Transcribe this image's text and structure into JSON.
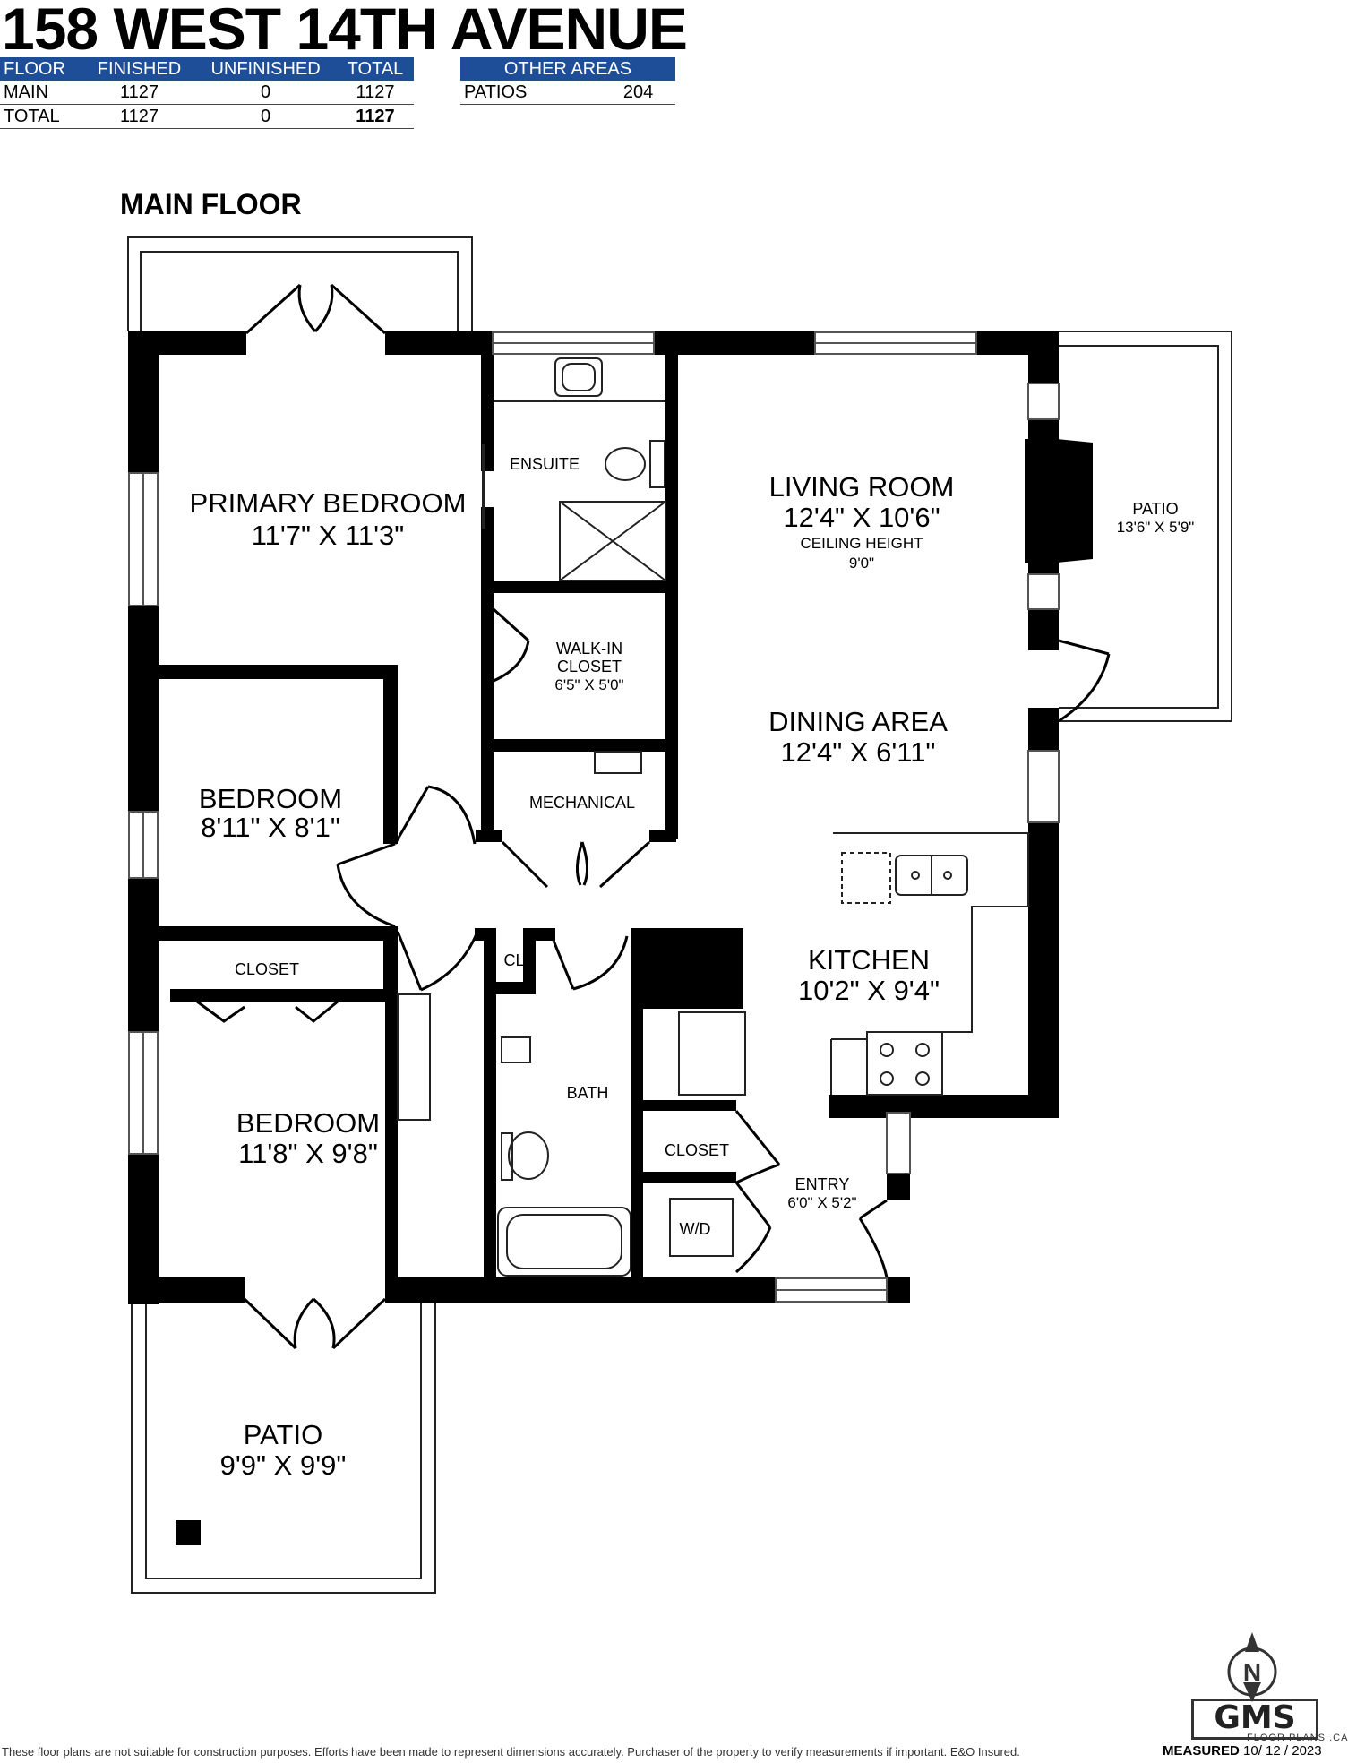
{
  "title": "158 WEST 14TH AVENUE",
  "floor_table": {
    "headers": [
      "FLOOR",
      "FINISHED",
      "UNFINISHED",
      "TOTAL"
    ],
    "rows": [
      [
        "MAIN",
        "1127",
        "0",
        "1127"
      ],
      [
        "TOTAL",
        "1127",
        "0",
        "1127"
      ]
    ]
  },
  "other_areas": {
    "header": "OTHER AREAS",
    "rows": [
      [
        "PATIOS",
        "204"
      ]
    ]
  },
  "section_title": "MAIN FLOOR",
  "rooms": {
    "primary_bedroom": {
      "name": "PRIMARY BEDROOM",
      "dims": "11'7\" X 11'3\""
    },
    "ensuite": {
      "name": "ENSUITE"
    },
    "living_room": {
      "name": "LIVING ROOM",
      "dims": "12'4\" X 10'6\"",
      "ceiling_label": "CEILING HEIGHT",
      "ceiling_value": "9'0\""
    },
    "patio_east": {
      "name": "PATIO",
      "dims": "13'6\" X 5'9\""
    },
    "walk_in_closet": {
      "name_line1": "WALK-IN",
      "name_line2": "CLOSET",
      "dims": "6'5\" X 5'0\""
    },
    "dining_area": {
      "name": "DINING AREA",
      "dims": "12'4\" X 6'11\""
    },
    "bedroom_1": {
      "name": "BEDROOM",
      "dims": "8'11\" X 8'1\""
    },
    "mechanical": {
      "name": "MECHANICAL"
    },
    "closet_bedroom": {
      "name": "CLOSET"
    },
    "cl": {
      "name": "CL"
    },
    "kitchen": {
      "name": "KITCHEN",
      "dims": "10'2\" X 9'4\""
    },
    "bath": {
      "name": "BATH"
    },
    "closet_entry": {
      "name": "CLOSET"
    },
    "bedroom_2": {
      "name": "BEDROOM",
      "dims": "11'8\" X 9'8\""
    },
    "entry": {
      "name": "ENTRY",
      "dims": "6'0\" X 5'2\""
    },
    "washer_dryer": {
      "name": "W/D"
    },
    "patio_south": {
      "name": "PATIO",
      "dims": "9'9\" X 9'9\""
    }
  },
  "disclaimer": "These floor plans are not suitable for construction purposes. Efforts have been made to represent dimensions accurately. Purchaser of the property to verify measurements if important. E&O Insured.",
  "measured_label": "MEASURED",
  "measured_date": "10/ 12 / 2023",
  "logo": {
    "text": "GMS",
    "subtext": "FLOOR PLANS .CA",
    "compass_letter": "N",
    "icon": "compass-icon"
  },
  "colors": {
    "header_blue": "#1f4e98",
    "wall": "#000000"
  }
}
